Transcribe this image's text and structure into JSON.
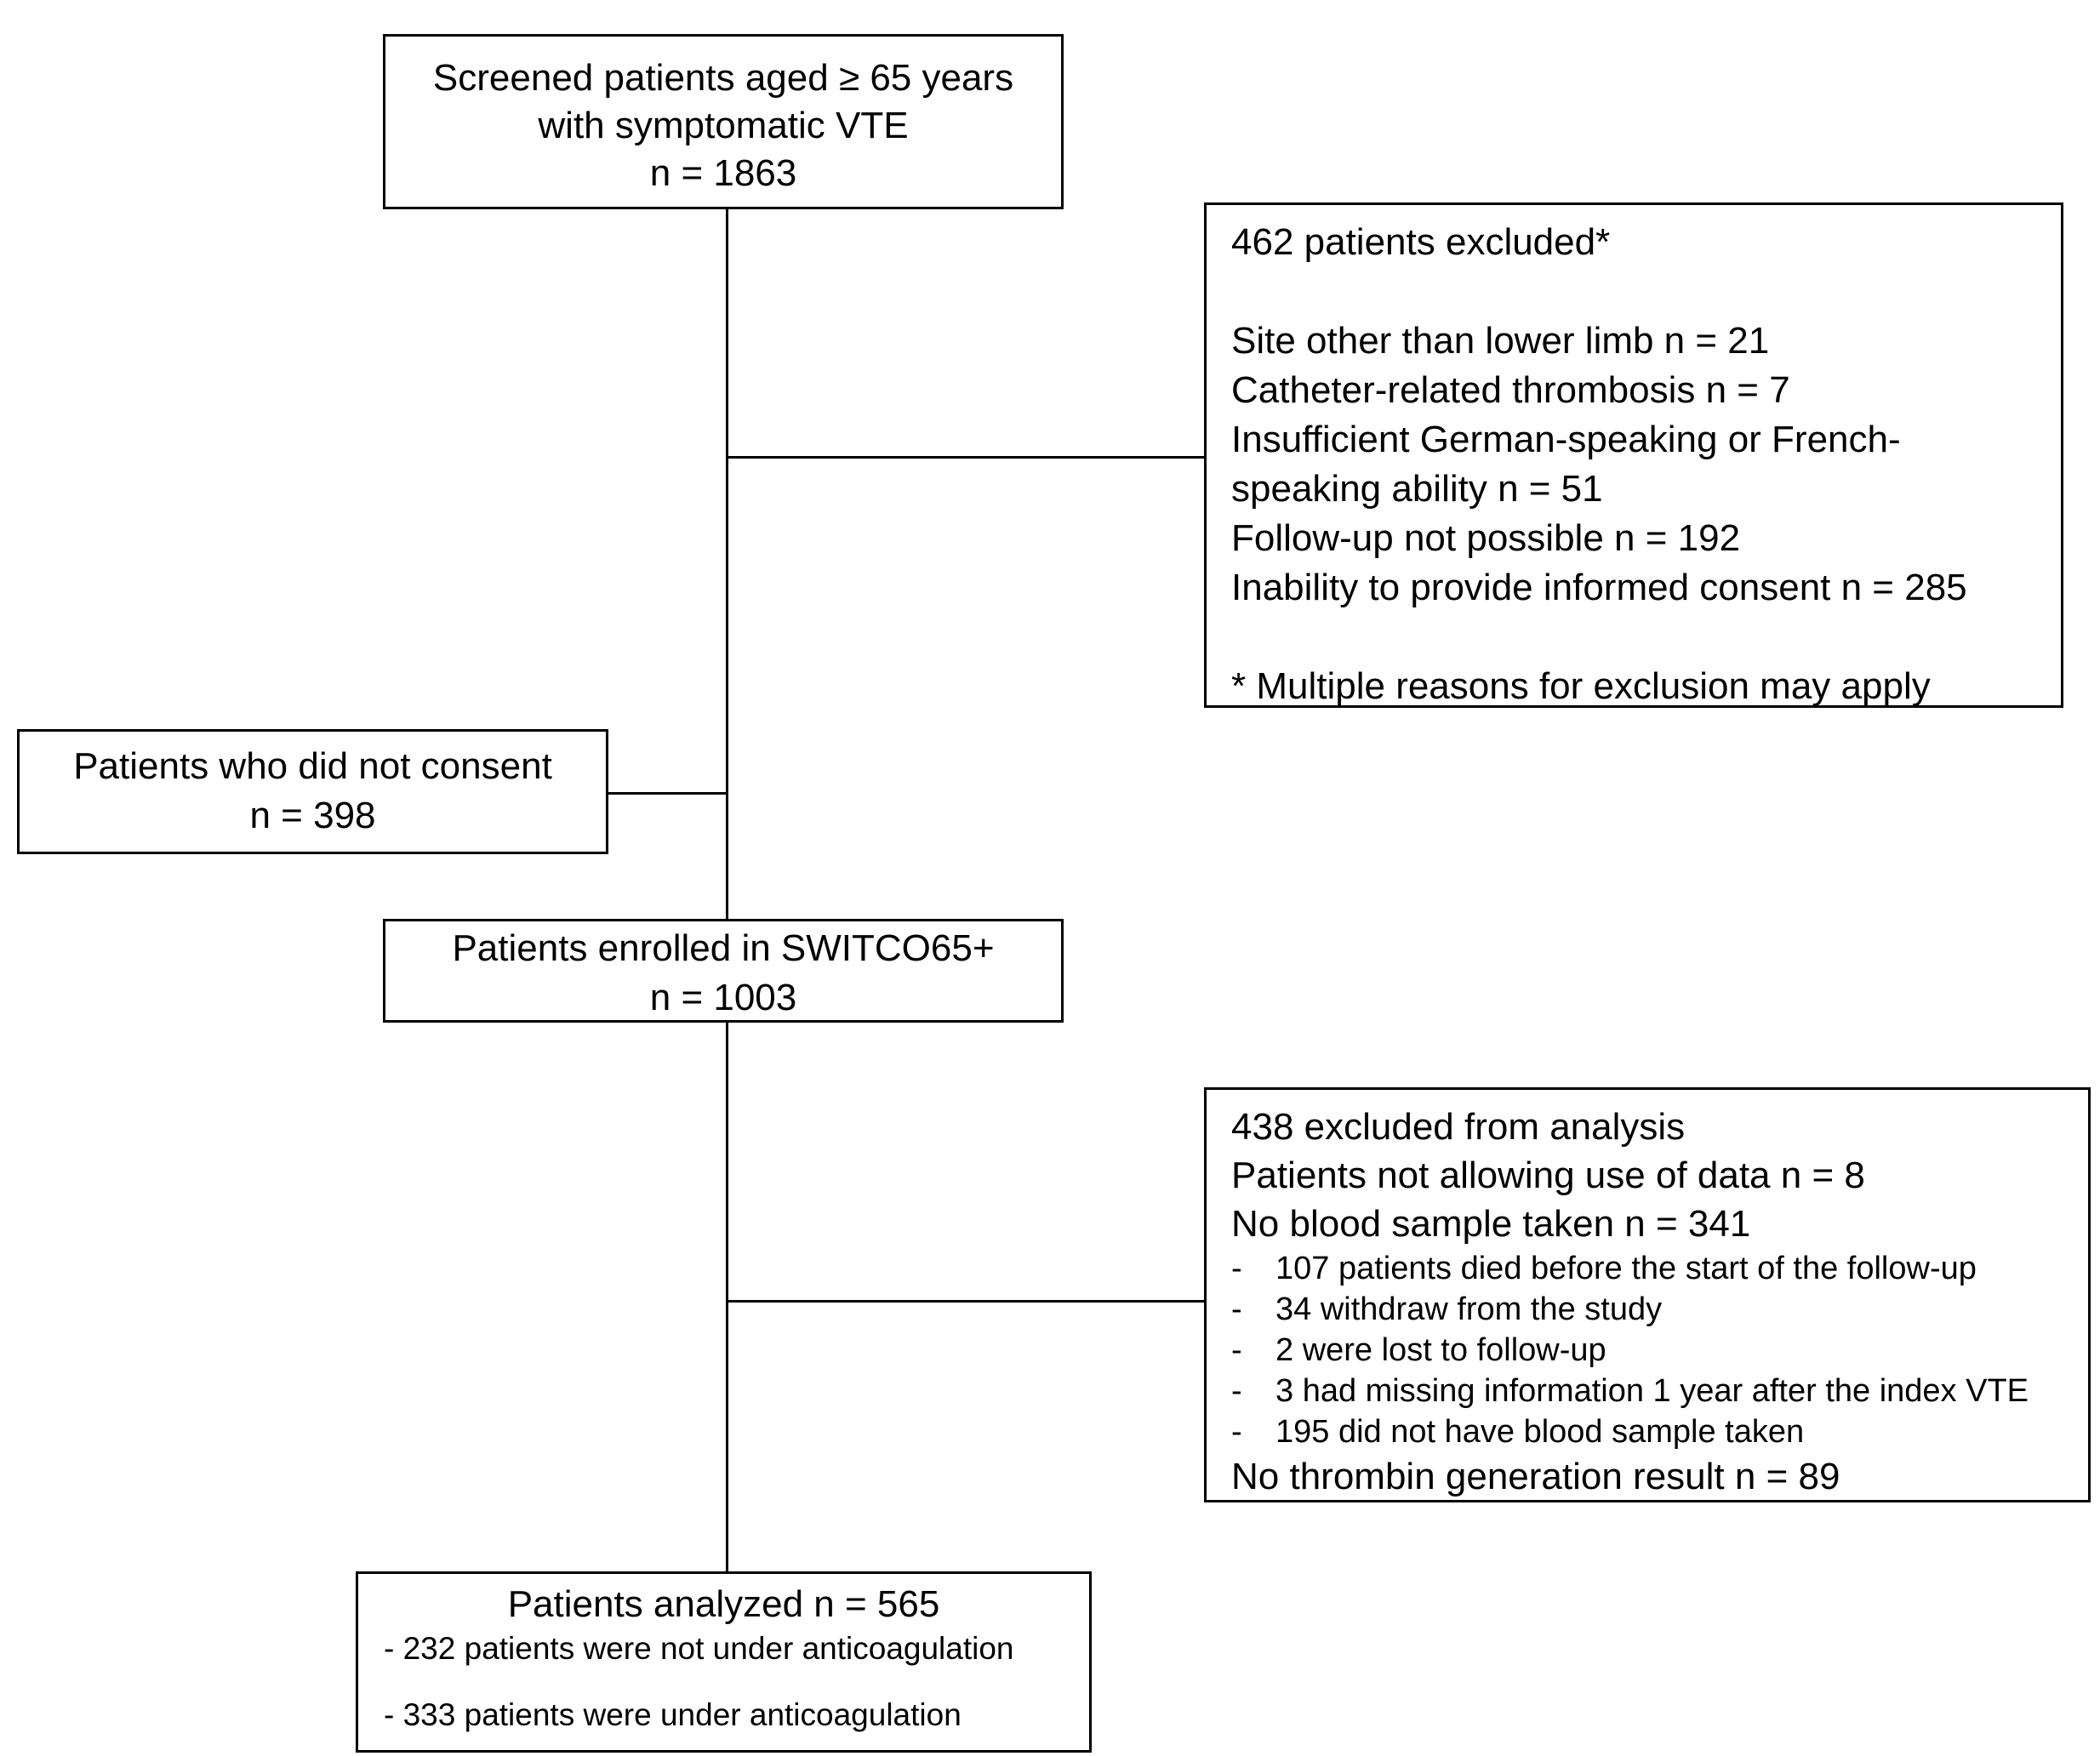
{
  "screened": {
    "lines": [
      "Screened patients aged ≥ 65 years",
      "with symptomatic VTE",
      "n = 1863"
    ]
  },
  "excluded_initial": {
    "title": "462 patients excluded*",
    "reasons": [
      "Site other than lower limb n = 21",
      "Catheter-related thrombosis n = 7",
      "Insufficient German-speaking or French-",
      "speaking ability n = 51",
      "Follow-up not possible n = 192",
      "Inability to provide informed consent n = 285"
    ],
    "footnote": "* Multiple reasons for exclusion may apply"
  },
  "no_consent": {
    "lines": [
      "Patients who did not consent",
      "n = 398"
    ]
  },
  "enrolled": {
    "lines": [
      "Patients enrolled in SWITCO65+",
      "n = 1003"
    ]
  },
  "excluded_analysis": {
    "title": "438 excluded from analysis",
    "not_allowing": "Patients not allowing use of data n = 8",
    "no_blood": "No blood sample taken n = 341",
    "dash": "-",
    "sub_reasons": [
      "107 patients died before the start of the follow-up",
      "34 withdraw from the study",
      "2 were lost to follow-up",
      "3 had missing information 1 year after the index VTE",
      "195 did not have blood sample taken"
    ],
    "no_thrombin": "No thrombin generation result n = 89"
  },
  "analyzed": {
    "title": "Patients analyzed n = 565",
    "items": [
      "- 232 patients were not under anticoagulation",
      "- 333 patients were under anticoagulation"
    ]
  }
}
